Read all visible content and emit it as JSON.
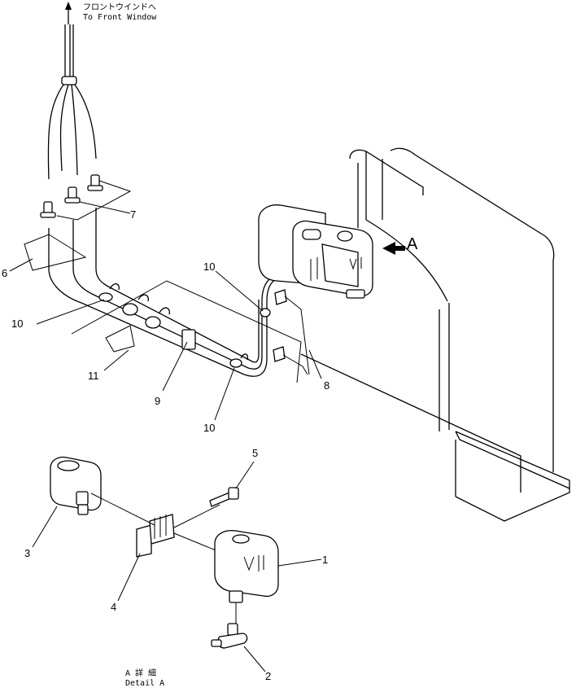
{
  "header_note": {
    "japanese": "フロントウインドへ",
    "english": "To Front Window"
  },
  "callouts": {
    "c1": "1",
    "c2": "2",
    "c3": "3",
    "c4": "4",
    "c5": "5",
    "c6": "6",
    "c7": "7",
    "c8": "8",
    "c9": "9",
    "c10a": "10",
    "c10b": "10",
    "c10c": "10",
    "c11": "11"
  },
  "view_marker": "A",
  "detail_label": {
    "japanese": "A 詳 細",
    "english": "Detail A"
  }
}
